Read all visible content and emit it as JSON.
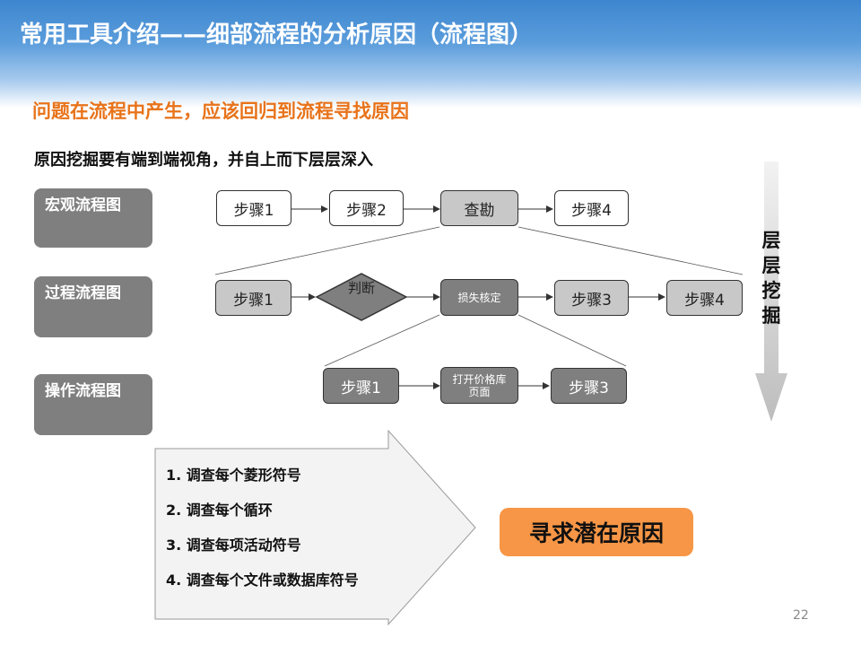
{
  "header": {
    "title": "常用工具介绍——细部流程的分析原因（流程图）"
  },
  "subtitle": "问题在流程中产生，应该回归到流程寻找原因",
  "lead": "原因挖掘要有端到端视角，并自上而下层层深入",
  "levels": [
    {
      "label": "宏观流程图"
    },
    {
      "label": "过程流程图"
    },
    {
      "label": "操作流程图"
    }
  ],
  "macro": {
    "step1": "步骤1",
    "step2": "步骤2",
    "step3": "查勘",
    "step4": "步骤4"
  },
  "process": {
    "step1": "步骤1",
    "decision": "判断",
    "step2": "损失核定",
    "step3": "步骤3",
    "step4": "步骤4"
  },
  "operation": {
    "step1": "步骤1",
    "step2": "打开价格库页面",
    "step3": "步骤3"
  },
  "side_label": "层层挖掘",
  "steps": [
    "1. 调查每个菱形符号",
    "2. 调查每个循环",
    "3. 调查每项活动符号",
    "4. 调查每个文件或数据库符号"
  ],
  "conclusion": "寻求潜在原因",
  "page_number": "22",
  "colors": {
    "title_band": "#3d86cf",
    "subtitle": "#e8731a",
    "label_box": "#7f7f7f",
    "conclusion_box": "#f79646",
    "node_light": "#c8c8c8",
    "node_dark": "#7f7f7f"
  }
}
